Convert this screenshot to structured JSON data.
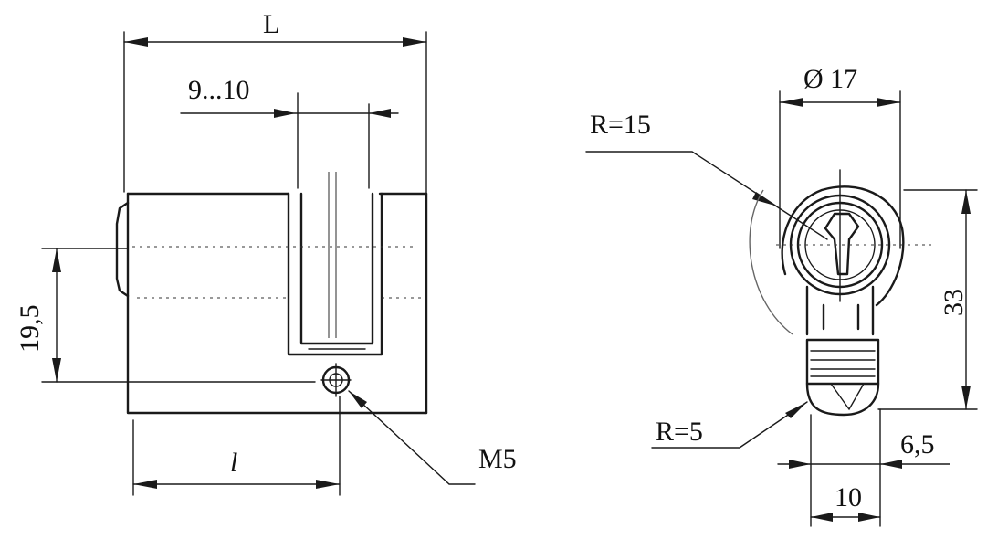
{
  "side_view": {
    "dim_overall_length": "L",
    "dim_cam_slot": "9...10",
    "dim_height": "19,5",
    "dim_partial_length": "l",
    "dim_screw": "M5"
  },
  "front_view": {
    "dim_diameter": "Ø 17",
    "dim_radius_large": "R=15",
    "dim_radius_small": "R=5",
    "dim_total_height": "33",
    "dim_offset": "6,5",
    "dim_width": "10"
  }
}
